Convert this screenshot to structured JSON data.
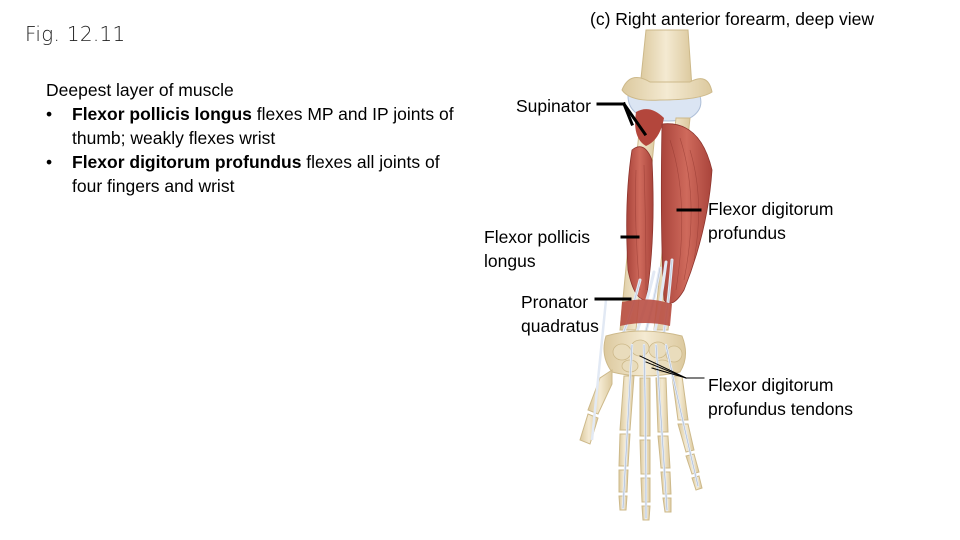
{
  "figure_number": "Fig. 12.11",
  "notes": {
    "intro": "Deepest layer of muscle",
    "items": [
      {
        "bullet": "•",
        "bold": "Flexor pollicis longus",
        "rest": " flexes MP and IP joints of thumb; weakly flexes wrist"
      },
      {
        "bullet": "•",
        "bold": "Flexor digitorum profundus",
        "rest": " flexes all joints of four fingers and wrist"
      }
    ]
  },
  "illustration": {
    "title": "(c) Right anterior forearm, deep view",
    "labels": {
      "supinator": "Supinator",
      "flexor_pollicis_longus_line1": "Flexor pollicis",
      "flexor_pollicis_longus_line2": "longus",
      "flexor_digitorum_profundus_line1": "Flexor digitorum",
      "flexor_digitorum_profundus_line2": "profundus",
      "pronator_quadratus_line1": "Pronator",
      "pronator_quadratus_line2": "quadratus",
      "fdp_tendons_line1": "Flexor digitorum",
      "fdp_tendons_line2": "profundus tendons"
    },
    "colors": {
      "bone": "#efe3c6",
      "bone_shadow": "#d7c59c",
      "muscle": "#c0544a",
      "muscle_dark": "#9c3b33",
      "tendon": "#dfe6f2",
      "cartilage": "#c9d6ea",
      "leader_line": "#000000"
    }
  }
}
